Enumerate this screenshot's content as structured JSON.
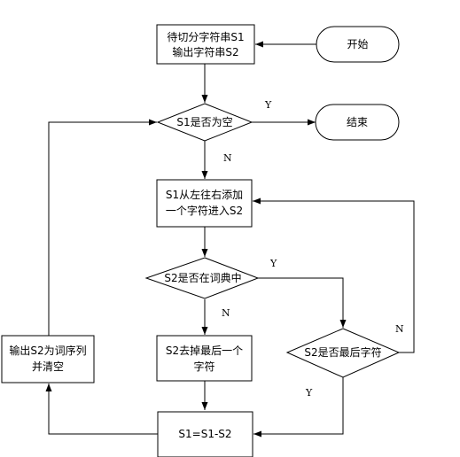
{
  "nodes": {
    "start": {
      "label": "开始"
    },
    "end": {
      "label": "结束"
    },
    "wait_split": {
      "line1": "待切分字符串S1",
      "line2": "输出字符串S2"
    },
    "s1_empty": {
      "label": "S1是否为空"
    },
    "s1_add": {
      "line1": "S1从左往右添加",
      "line2": "一个字符进入S2"
    },
    "in_dict": {
      "label": "S2是否在词典中"
    },
    "remove_last": {
      "line1": "S2去掉最后一个",
      "line2": "字符"
    },
    "last_char": {
      "label": "S2是否最后字符"
    },
    "output_clear": {
      "line1": "输出S2为词序列",
      "line2": "并清空"
    },
    "subtract": {
      "label": "S1=S1-S2"
    }
  },
  "edge_labels": {
    "empty_yes": "Y",
    "empty_no": "N",
    "dict_yes": "Y",
    "dict_no": "N",
    "last_no": "N",
    "last_yes": "Y"
  }
}
